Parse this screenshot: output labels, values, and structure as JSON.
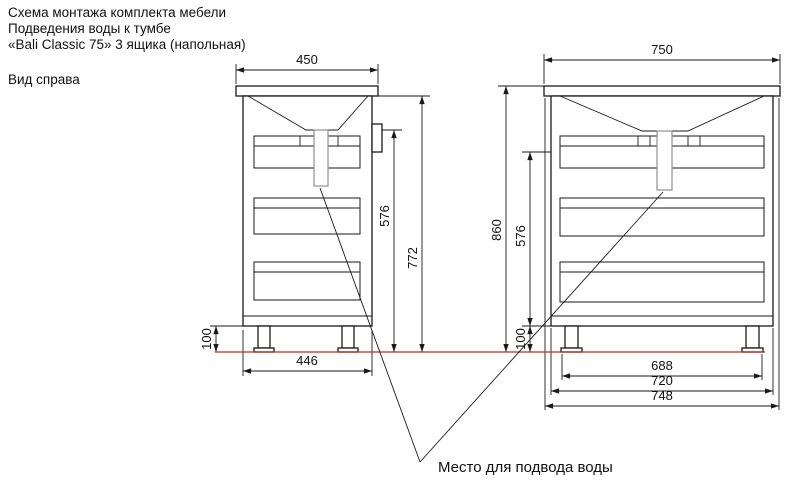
{
  "header": {
    "line1": "Схема монтажа комплекта мебели",
    "line2": "Подведения воды к тумбе",
    "line3": "«Bali Classic 75» 3 ящика (напольная)",
    "view_label": "Вид справа"
  },
  "side_view": {
    "dim_top_width": "450",
    "dim_inlet_height": "576",
    "dim_height": "772",
    "dim_leg_height": "100",
    "dim_bottom_width": "446"
  },
  "front_view": {
    "dim_top_width": "750",
    "dim_total_height": "860",
    "dim_inlet_height": "576",
    "dim_leg_height": "100",
    "dim_width_inner": "688",
    "dim_width_mid": "720",
    "dim_width_outer": "748"
  },
  "annotation": {
    "water_supply": "Место для подвода воды"
  },
  "colors": {
    "line": "#1a1a1a",
    "floor_line": "#c32b23"
  }
}
